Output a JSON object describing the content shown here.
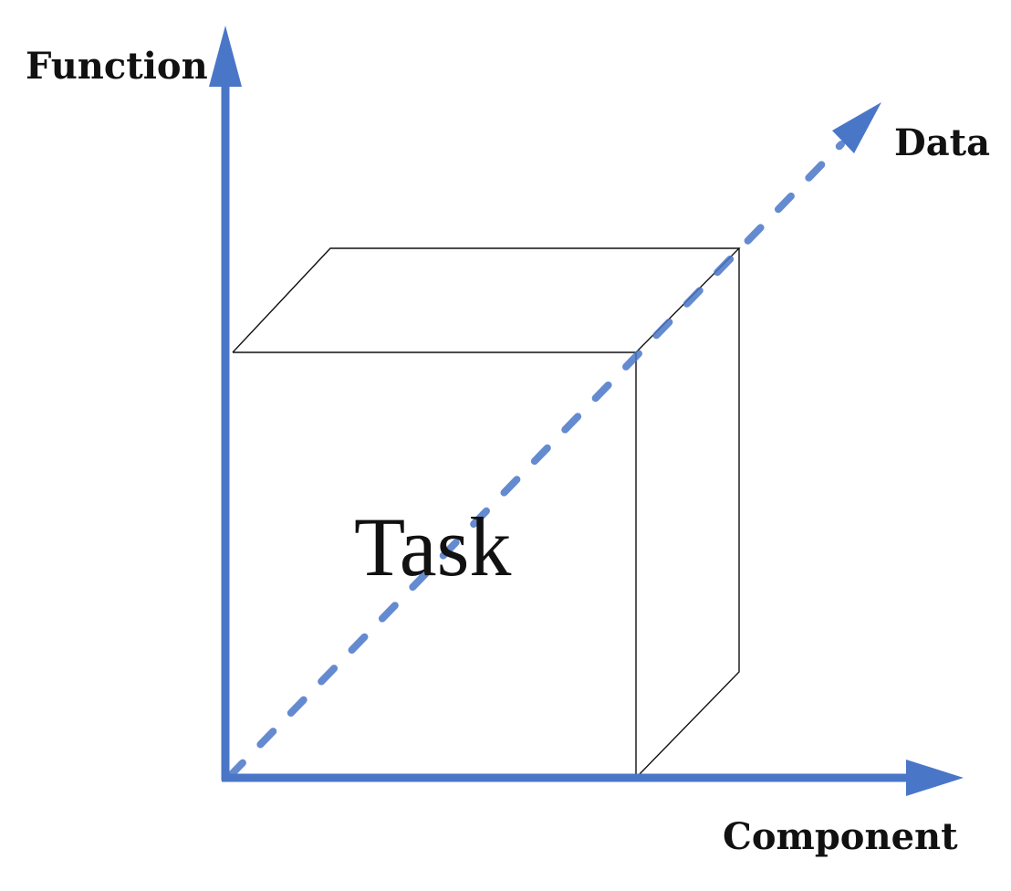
{
  "colors": {
    "axis": "#4a76c8",
    "outline": "#111111",
    "text": "#111111",
    "background": "#ffffff"
  },
  "axes": {
    "vertical": {
      "label": "Function"
    },
    "horizontal": {
      "label": "Component"
    },
    "depth": {
      "label": "Data",
      "style": "dashed"
    }
  },
  "cube": {
    "label": "Task"
  }
}
